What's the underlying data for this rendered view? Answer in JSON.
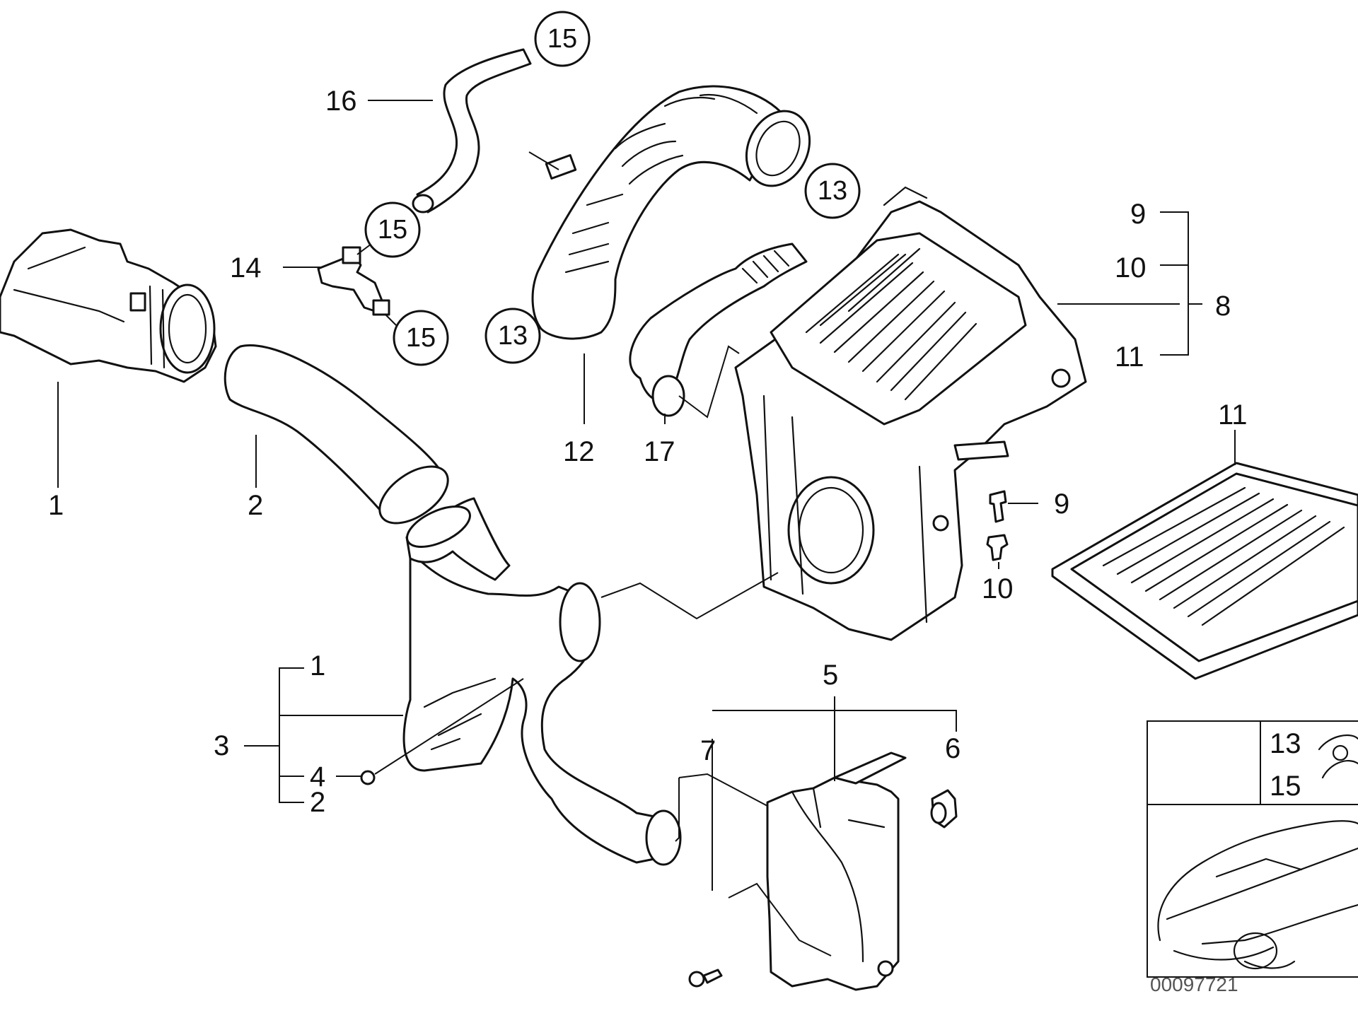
{
  "diagram": {
    "document_number": "00097721",
    "callouts": {
      "c1_top": "1",
      "c2_top": "2",
      "c1_group": "1",
      "c3": "3",
      "c4": "4",
      "c2_group": "2",
      "c5": "5",
      "c6": "6",
      "c7": "7",
      "c8": "8",
      "c9_group": "9",
      "c10_group": "10",
      "c11_group": "11",
      "c9": "9",
      "c10": "10",
      "c11_filter": "11",
      "c12": "12",
      "c14": "14",
      "c16": "16",
      "c17": "17"
    },
    "circled": {
      "c15_top": "15",
      "c15_mid": "15",
      "c15_low": "15",
      "c13_right": "13",
      "c13_left": "13"
    },
    "inset": {
      "clamp_13": "13",
      "clamp_15": "15"
    }
  }
}
